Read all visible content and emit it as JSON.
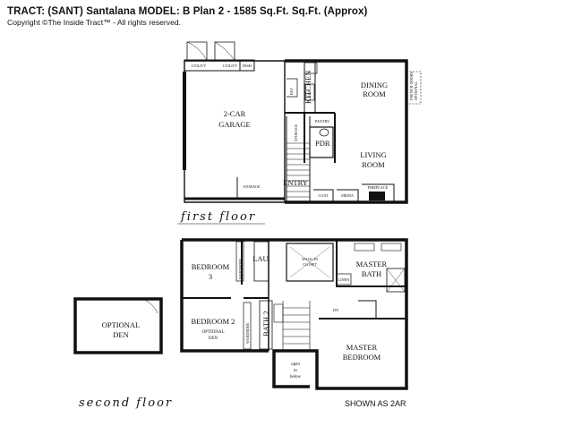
{
  "header": {
    "title": "TRACT: (SANT) Santalana   MODEL: B   Plan 2  -  1585 Sq.Ft. Sq.Ft. (Approx)",
    "copyright": "Copyright ©The Inside Tract™ - All rights reserved."
  },
  "first_floor": {
    "caption": "first floor",
    "rooms": {
      "garage": [
        "2-CAR",
        "GARAGE"
      ],
      "kitchen": "KITCHEN",
      "dining": [
        "DINING",
        "ROOM"
      ],
      "living": [
        "LIVING",
        "ROOM"
      ],
      "pdr": "PDR",
      "entry": "ENTRY"
    },
    "labels": {
      "utility1": "UTILITY",
      "utility2": "UTILITY",
      "dish": "DISH",
      "ref": "REF",
      "dw": "DW",
      "pantry": "PANTRY",
      "storage_stair": "STORAGE",
      "storage_garage": "STORAGE",
      "coat": "COAT",
      "media": "MEDIA",
      "fireplace": "FIREPLACE",
      "french": [
        "OPTIONAL",
        "FRENCH DOORS"
      ]
    }
  },
  "second_floor": {
    "caption": "second floor",
    "shown_as": "SHOWN AS 2AR",
    "rooms": {
      "bedroom3": [
        "BEDROOM",
        "3"
      ],
      "lau": "LAU.",
      "walkin": [
        "WALK-IN",
        "CLOSET"
      ],
      "master_bath": [
        "MASTER",
        "BATH"
      ],
      "linen": "LINEN",
      "bedroom2": [
        "BEDROOM 2",
        "OPTIONAL",
        "DEN"
      ],
      "bath2": "BATH 2",
      "master_bedroom": [
        "MASTER",
        "BEDROOM"
      ],
      "open_below": [
        "open",
        "to",
        "below"
      ],
      "optional_den": [
        "OPTIONAL",
        "DEN"
      ]
    },
    "labels": {
      "wardrobe1": "WARDROBE",
      "wardrobe2": "WARDROBE",
      "dn": "DN"
    }
  }
}
